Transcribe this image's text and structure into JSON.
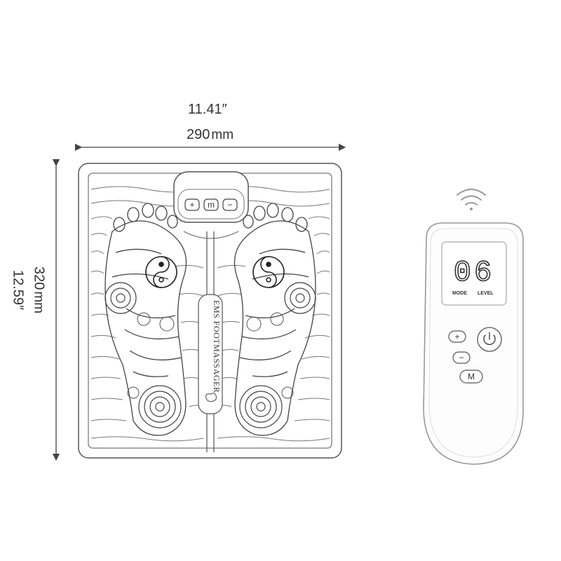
{
  "dimensions": {
    "width_inches": "11.41″",
    "width_value": "290",
    "width_unit": "mm",
    "height_value": "320",
    "height_unit": "mm",
    "height_inches": "12.59″"
  },
  "mat": {
    "label": "EMS FOOTMASSAGER",
    "buttons": [
      "+",
      "m",
      "−"
    ]
  },
  "remote": {
    "display_digits": "06",
    "display_labels": [
      "MODE",
      "LEVEL"
    ],
    "buttons": {
      "plus": "+",
      "minus": "−",
      "mode": "M"
    },
    "icons": [
      "wifi-signal-icon",
      "power-icon"
    ]
  }
}
